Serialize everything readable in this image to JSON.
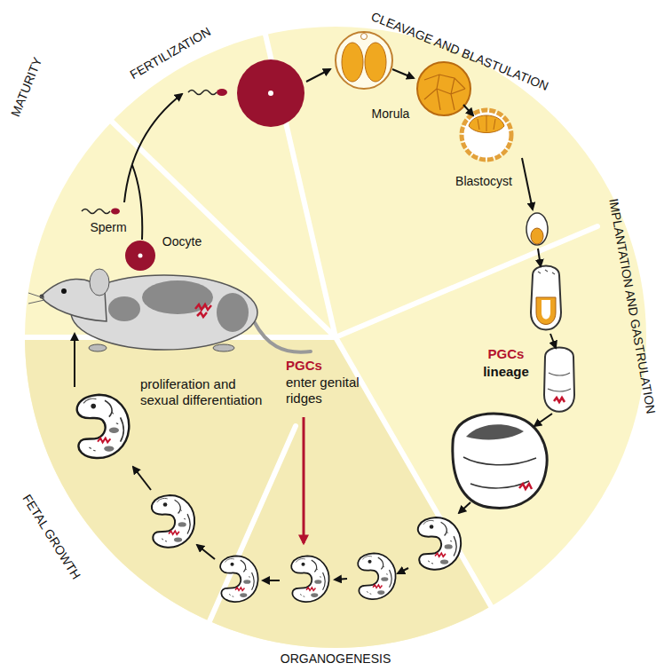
{
  "diagram": {
    "labels": [
      "FERTILIZATION",
      "CLEAVAGE AND BLASTULATION",
      "Morula",
      "Blastocyst",
      "IMPLANTATION AND GASTRULATION",
      "PGCs",
      "lineage",
      "ORGANOGENESIS",
      "PGCs",
      "enter genital ridges",
      "FETAL GROWTH",
      "proliferation and sexual differentiation",
      "MATURITY",
      "Sperm",
      "Oocyte"
    ]
  }
}
